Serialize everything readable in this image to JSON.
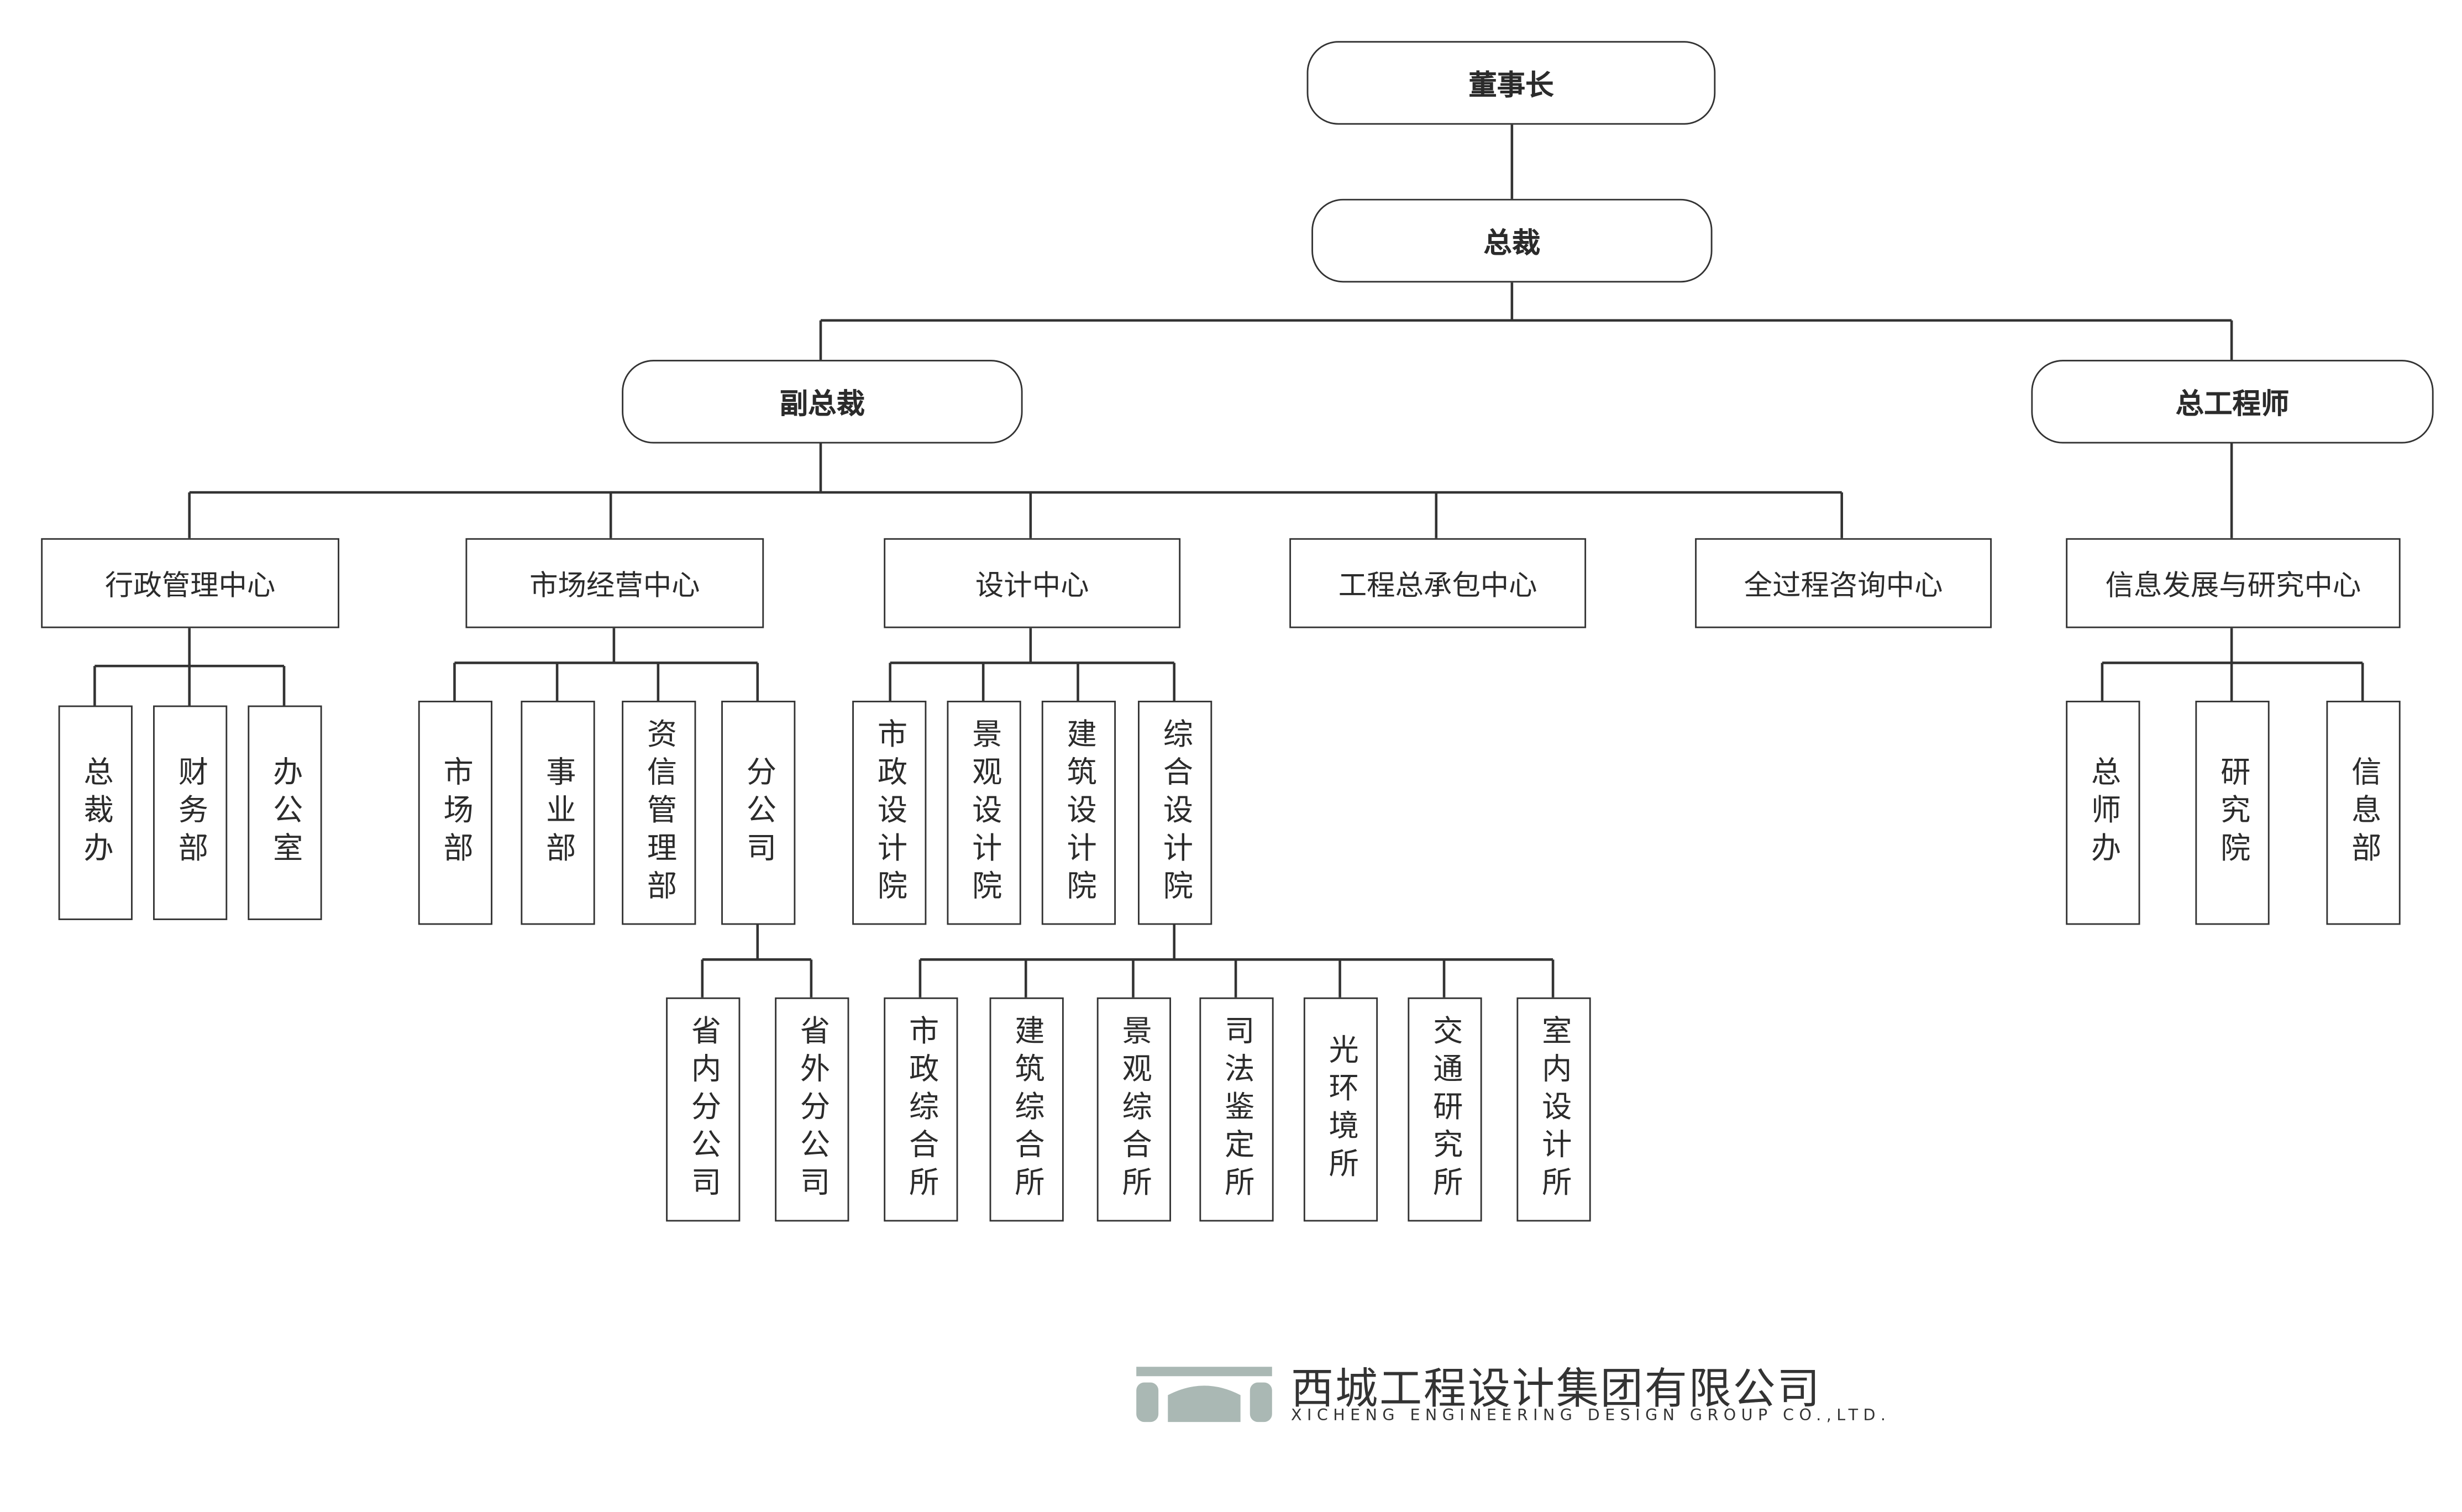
{
  "org": {
    "chairman": "董事长",
    "president": "总裁",
    "vice_president": "副总裁",
    "chief_engineer": "总工程师",
    "centers": {
      "admin": "行政管理中心",
      "market": "市场经营中心",
      "design": "设计中心",
      "epc": "工程总承包中心",
      "consulting": "全过程咨询中心",
      "info": "信息发展与研究中心"
    },
    "admin_units": [
      "总裁办",
      "财务部",
      "办公室"
    ],
    "market_units": [
      "市场部",
      "事业部",
      "资信管理部",
      "分公司"
    ],
    "branch_units": [
      "省内分公司",
      "省外分公司"
    ],
    "design_units": [
      "市政设计院",
      "景观设计院",
      "建筑设计院",
      "综合设计院"
    ],
    "integrated_units": [
      "市政综合所",
      "建筑综合所",
      "景观综合所",
      "司法鉴定所",
      "光环境所",
      "交通研究所",
      "室内设计所"
    ],
    "info_units": [
      "总师办",
      "研究院",
      "信息部"
    ]
  },
  "company": {
    "name_cn": "西城工程设计集团有限公司",
    "name_en": "XICHENG ENGINEERING DESIGN GROUP CO.,LTD."
  },
  "colors": {
    "line": "#333333",
    "text": "#2b2b2b",
    "logo": "#aab8b4"
  }
}
